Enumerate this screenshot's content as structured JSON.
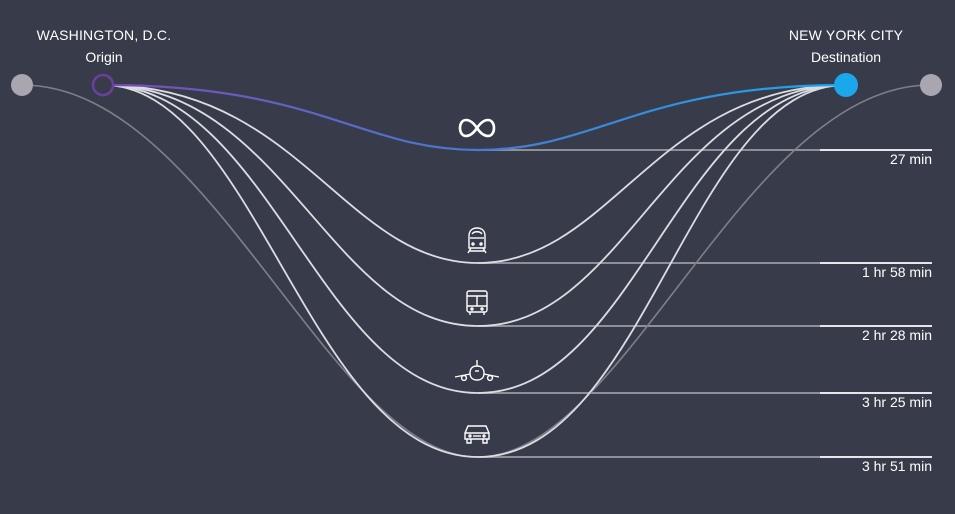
{
  "origin": {
    "city": "WASHINGTON, D.C.",
    "role": "Origin",
    "color": "#6b3fa0"
  },
  "destination": {
    "city": "NEW YORK CITY",
    "role": "Destination",
    "color": "#1aa7ec"
  },
  "colors": {
    "background": "#383c4a",
    "inactive_node": "#a9a6b0",
    "curve": "#dcdde3",
    "gradient_start": "#7a4bb5",
    "gradient_end": "#1aa7ec"
  },
  "modes": [
    {
      "id": "hyperloop",
      "icon": "infinity-icon",
      "time": "27 min",
      "highlighted": true
    },
    {
      "id": "train",
      "icon": "train-icon",
      "time": "1 hr 58 min",
      "highlighted": false
    },
    {
      "id": "bus",
      "icon": "bus-icon",
      "time": "2 hr 28 min",
      "highlighted": false
    },
    {
      "id": "plane",
      "icon": "plane-icon",
      "time": "3 hr 25 min",
      "highlighted": false
    },
    {
      "id": "car",
      "icon": "car-icon",
      "time": "3 hr 51 min",
      "highlighted": false
    }
  ]
}
